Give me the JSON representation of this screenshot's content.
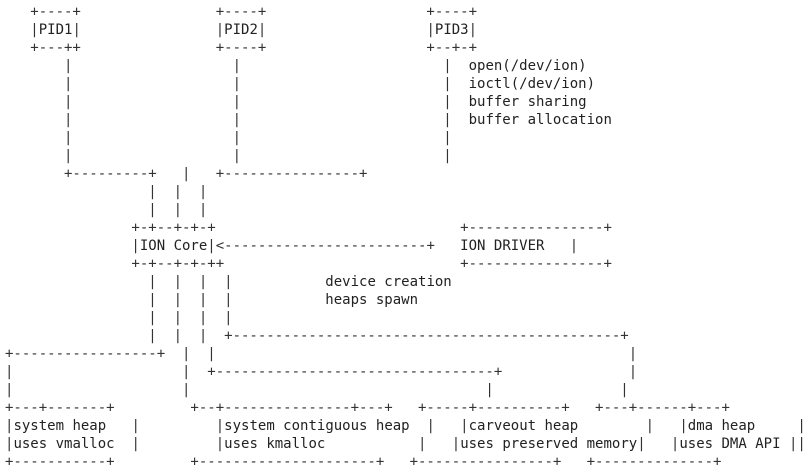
{
  "processes": {
    "pid1": "PID1",
    "pid2": "PID2",
    "pid3": "PID3"
  },
  "process_operations": [
    "open(/dev/ion)",
    "ioctl(/dev/ion)",
    "buffer sharing",
    "buffer allocation"
  ],
  "core": {
    "label": "ION Core",
    "driver_label": "ION DRIVER"
  },
  "core_operations": [
    "device creation",
    "heaps spawn"
  ],
  "heaps": [
    {
      "name": "system heap",
      "detail": "uses vmalloc"
    },
    {
      "name": "system contiguous heap",
      "detail": "uses kmalloc"
    },
    {
      "name": "carveout heap",
      "detail": "uses preserved memory"
    },
    {
      "name": "dma heap",
      "detail": "uses DMA API"
    }
  ]
}
